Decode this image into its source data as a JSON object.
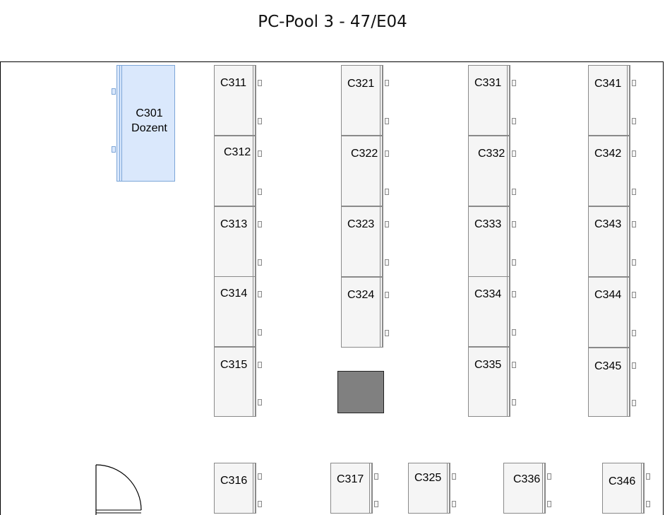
{
  "title": "PC-Pool 3 - 47/E04",
  "teacher_desk": {
    "id": "C301",
    "role": "Dozent"
  },
  "desks": [
    "C311",
    "C312",
    "C313",
    "C314",
    "C315",
    "C316",
    "C317",
    "C321",
    "C322",
    "C323",
    "C324",
    "C325",
    "C331",
    "C332",
    "C333",
    "C334",
    "C335",
    "C336",
    "C341",
    "C342",
    "C343",
    "C344",
    "C345",
    "C346"
  ],
  "colors": {
    "desk_fill": "#f5f5f5",
    "desk_border": "#8a8a8a",
    "teacher_fill": "#dae8fc",
    "teacher_border": "#7da6d8",
    "block_fill": "#808080"
  }
}
